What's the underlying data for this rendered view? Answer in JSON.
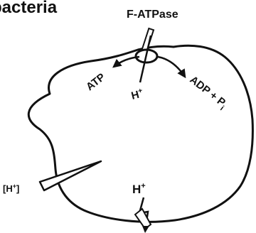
{
  "diagram": {
    "title_fragment": "bacteria",
    "enzyme_label": "F-ATPase",
    "atp_label": "ATP",
    "proton_inner": {
      "base": "H",
      "sup": "+"
    },
    "adp_label": {
      "text": "ADP + P",
      "sub": "i"
    },
    "external_proton": {
      "open": "[H",
      "sup": "+",
      "close": "]"
    },
    "proton_channel": {
      "base": "H",
      "sup": "+"
    }
  },
  "colors": {
    "ink": "#111111",
    "background": "#ffffff"
  },
  "icons": [
    "cell-membrane",
    "atpase-complex-icon",
    "micropipette-icon",
    "proton-channel-icon"
  ]
}
